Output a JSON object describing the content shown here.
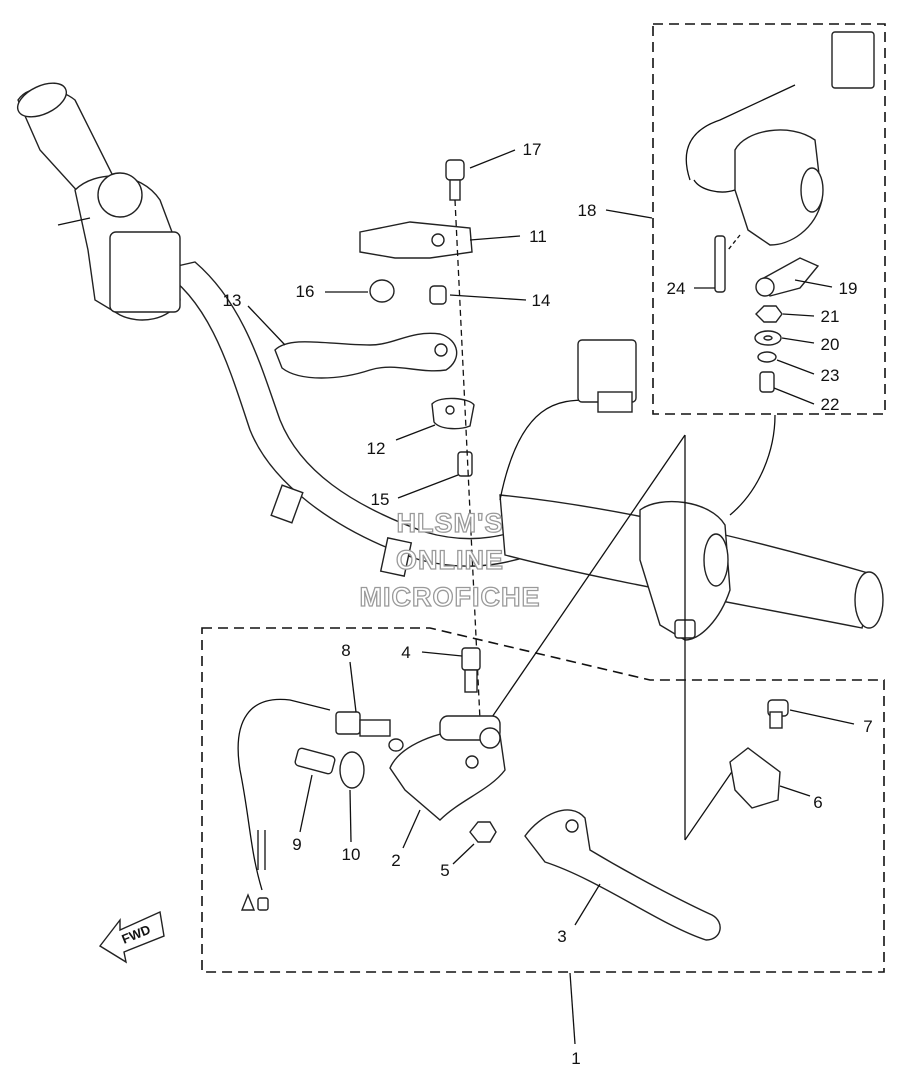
{
  "watermark": {
    "line1": "HLSM'S",
    "line2": "ONLINE",
    "line3": "MICROFICHE"
  },
  "fwd_label": "FWD",
  "callouts": {
    "c1": "1",
    "c2": "2",
    "c3": "3",
    "c4": "4",
    "c5": "5",
    "c6": "6",
    "c7": "7",
    "c8": "8",
    "c9": "9",
    "c10": "10",
    "c11": "11",
    "c12": "12",
    "c13": "13",
    "c14": "14",
    "c15": "15",
    "c16": "16",
    "c17": "17",
    "c18": "18",
    "c19": "19",
    "c20": "20",
    "c21": "21",
    "c22": "22",
    "c23": "23",
    "c24": "24"
  }
}
